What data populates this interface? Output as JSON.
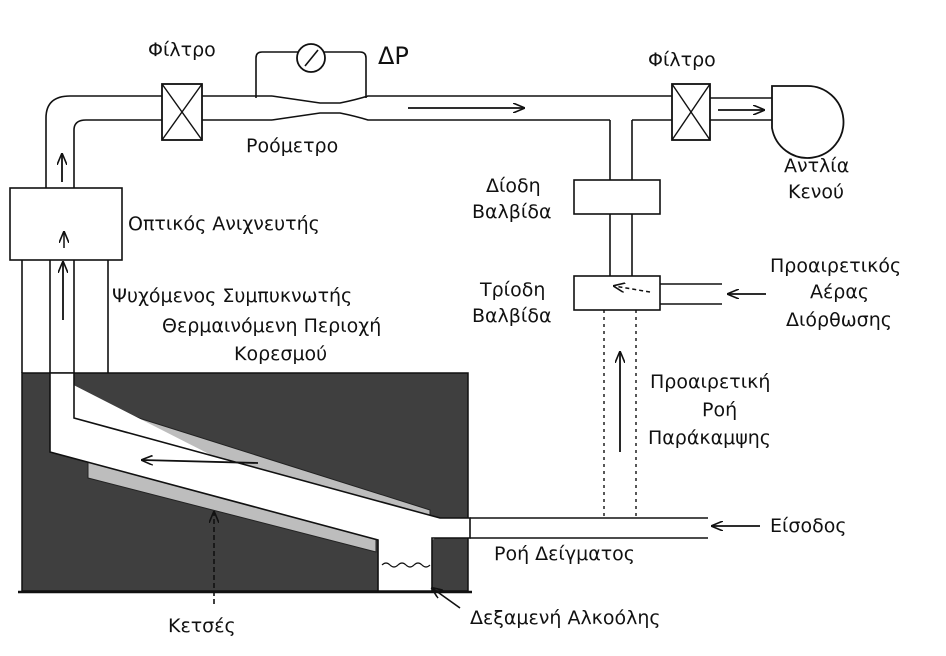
{
  "labels": {
    "filter_left": "Φίλτρο",
    "filter_right": "Φίλτρο",
    "delta_p": "ΔP",
    "flowmeter": "Ροόμετρο",
    "vacuum_pump_line1": "Αντλία",
    "vacuum_pump_line2": "Κενού",
    "check_valve_line1": "Δίοδη",
    "check_valve_line2": "Βαλβίδα",
    "optical_detector": "Οπτικός Ανιχνευτής",
    "cooled_condenser": "Ψυχόμενος Συμπυκνωτής",
    "heated_saturation_line1": "Θερμαινόμενη Περιοχή",
    "heated_saturation_line2": "Κορεσμού",
    "three_way_valve_line1": "Τρίοδη",
    "three_way_valve_line2": "Βαλβίδα",
    "makeup_air_line1": "Προαιρετικός",
    "makeup_air_line2": "Αέρας",
    "makeup_air_line3": "Διόρθωσης",
    "bypass_flow_line1": "Προαιρετική",
    "bypass_flow_line2": "Ροή",
    "bypass_flow_line3": "Παράκαμψης",
    "inlet": "Είσοδος",
    "sample_flow": "Ροή Δείγματος",
    "felts": "Κετσές",
    "alcohol_reservoir": "Δεξαμενή Αλκοόλης"
  },
  "colors": {
    "line": "#111111",
    "dark_body": "#3f3f3f",
    "wick": "#bdbdbd",
    "background": "#ffffff"
  }
}
